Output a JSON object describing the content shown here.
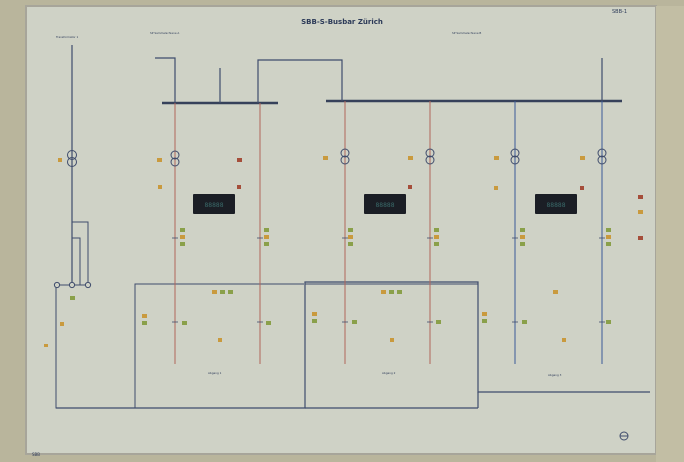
{
  "panel": {
    "title": "SBB-S-Busbar Zürich",
    "corner_code": "SBB-1",
    "footer_left": "SBB",
    "tiny_labels": {
      "feeder_left": "Transformator 1",
      "feeder_mid": "SP Sammelschiene A",
      "feeder_right": "SP Sammelschiene B",
      "section_1": "Abgang 1",
      "section_2": "Abgang 2",
      "section_3": "Abgang 3"
    },
    "displays": [
      {
        "reading": "88888"
      },
      {
        "reading": "88888"
      },
      {
        "reading": "88888"
      }
    ]
  },
  "colors": {
    "board": "#cfd2c6",
    "board_border": "#a7a59a",
    "frame": "#b9b59c",
    "line_dark": "#3f4c6c",
    "line_red": "#b0655a",
    "line_blue": "#3b5a98",
    "busbar": "#36415a",
    "lamp_green": "#8aa04a",
    "lamp_amber": "#c99a3e",
    "lamp_red": "#a54e3a",
    "display_case": "#1b1e25",
    "display_glow": "#3a6a6a"
  },
  "icons": {
    "transformer": "transformer-icon",
    "breaker": "breaker-icon",
    "indicator": "indicator-lamp-icon",
    "logo": "sbb-logo-icon"
  }
}
